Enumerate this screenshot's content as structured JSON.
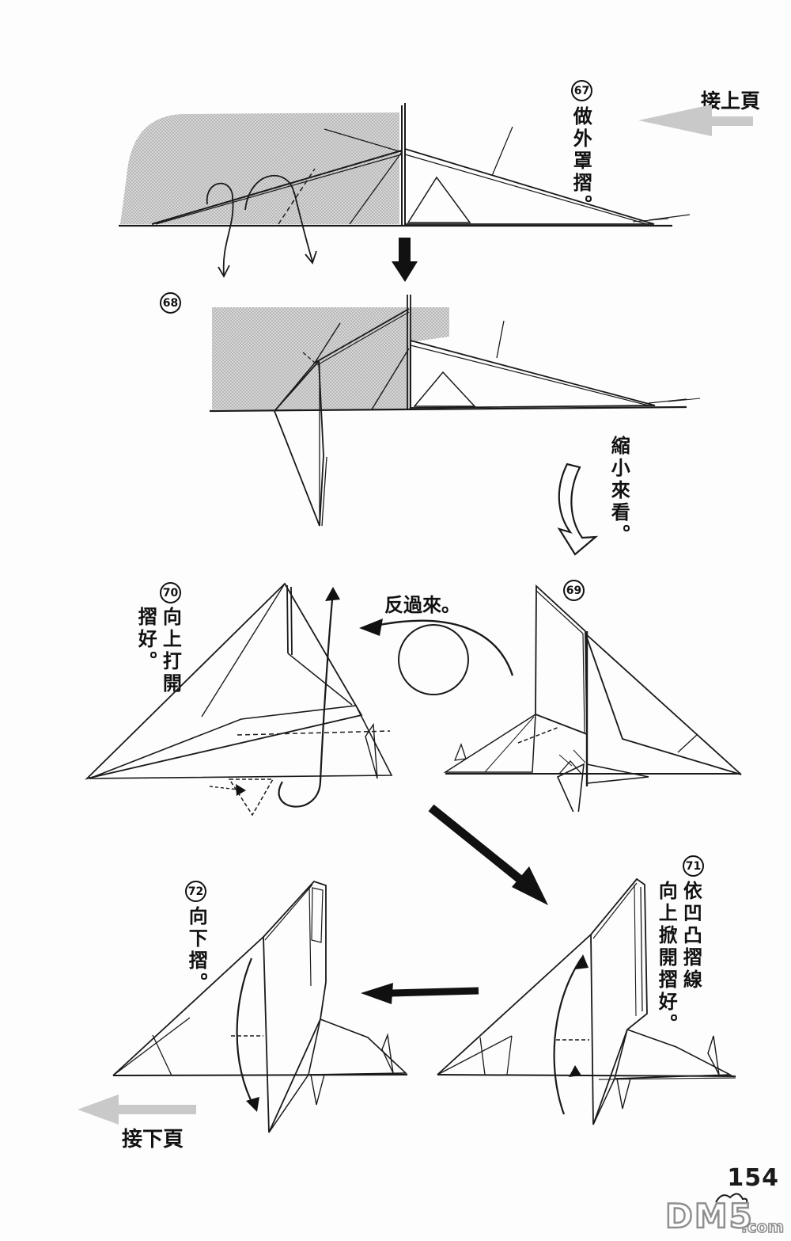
{
  "page": {
    "number": "154",
    "watermark_main": "DM5",
    "watermark_suffix": ".com"
  },
  "nav": {
    "prev_label": "接上頁",
    "next_label": "接下頁"
  },
  "notes": {
    "flip": "反過來。",
    "zoom_out": "縮小來看。"
  },
  "steps": [
    {
      "num": "67",
      "lines": [
        "做外罩摺。"
      ]
    },
    {
      "num": "68",
      "lines": []
    },
    {
      "num": "69",
      "lines": []
    },
    {
      "num": "70",
      "lines": [
        "向上打開",
        "摺好。"
      ]
    },
    {
      "num": "71",
      "lines": [
        "依凹凸摺線",
        "向上掀開摺好。"
      ]
    },
    {
      "num": "72",
      "lines": [
        "向下摺。"
      ]
    }
  ],
  "colors": {
    "paper_tone": "#c7c7c7",
    "line": "#1a1a1a",
    "nav_arrow": "#c9c9c9"
  }
}
